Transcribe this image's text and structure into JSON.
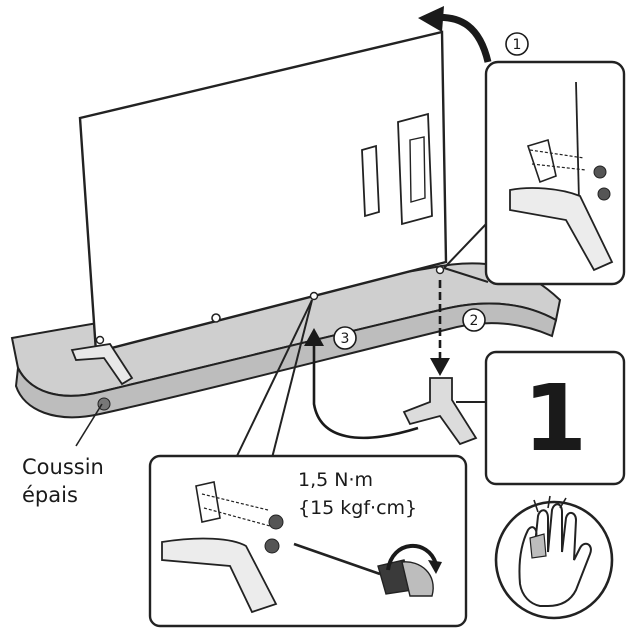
{
  "steps": {
    "step1": "1",
    "step2": "2",
    "step3": "3"
  },
  "cushion_label": {
    "line1": "Coussin",
    "line2": "épais"
  },
  "torque": {
    "line1": "1,5 N·m",
    "line2": "{15 kgf·cm}"
  },
  "part_badge": "1",
  "icons": {
    "hand": "hand-caution-icon",
    "screwdriver": "screwdriver-icon",
    "rotate": "rotate-arrow-icon"
  }
}
